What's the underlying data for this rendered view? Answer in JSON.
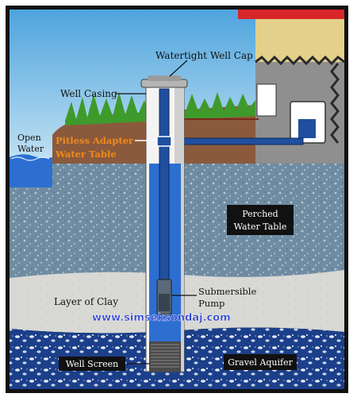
{
  "labels": {
    "cap": "Watertight Well Cap",
    "casing": "Well Casing",
    "open_water_1": "Open",
    "open_water_2": "Water",
    "pitless": "Pitless Adapter",
    "water_table": "Water Table",
    "perched_1": "Perched",
    "perched_2": "Water Table",
    "clay": "Layer of Clay",
    "pump_1": "Submersible",
    "pump_2": "Pump",
    "website": "www.simseksondaj.com",
    "screen": "Well Screen",
    "gravel": "Gravel Aquifer"
  },
  "colors": {
    "sky": "#8fc8ea",
    "soil": "#8b5a3c",
    "grass": "#3f9a2c",
    "aquifer": "#6f8ca2",
    "clay": "#d8d8d4",
    "gravel": "#1c3f8a",
    "water": "#2c6fd0",
    "pipe": "#1f4f9e",
    "house_wall": "#e3d08a",
    "house_roof": "#d8262a",
    "orange_text": "#f08a1c",
    "website_text": "#2a3fd0"
  }
}
